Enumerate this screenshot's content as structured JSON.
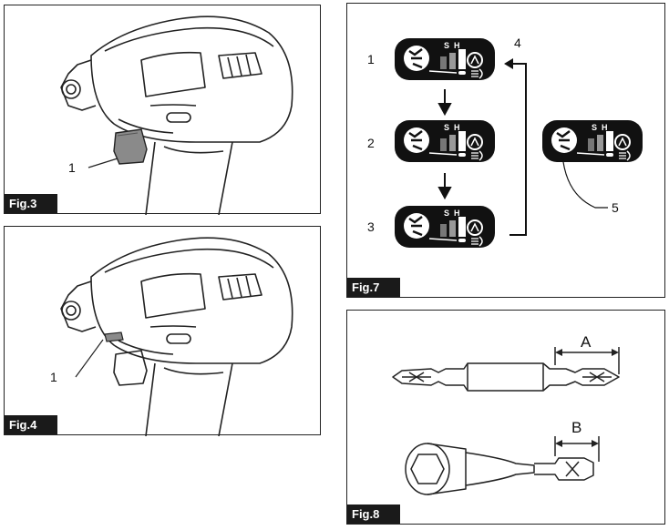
{
  "fig3": {
    "label": "Fig.3",
    "callout": "1"
  },
  "fig4": {
    "label": "Fig.4",
    "callout": "1"
  },
  "fig7": {
    "label": "Fig.7",
    "callouts": [
      "1",
      "2",
      "3",
      "4",
      "5"
    ],
    "panel_letters": {
      "s": "S",
      "h": "H"
    }
  },
  "fig8": {
    "label": "Fig.8",
    "dim_a": "A",
    "dim_b": "B"
  }
}
